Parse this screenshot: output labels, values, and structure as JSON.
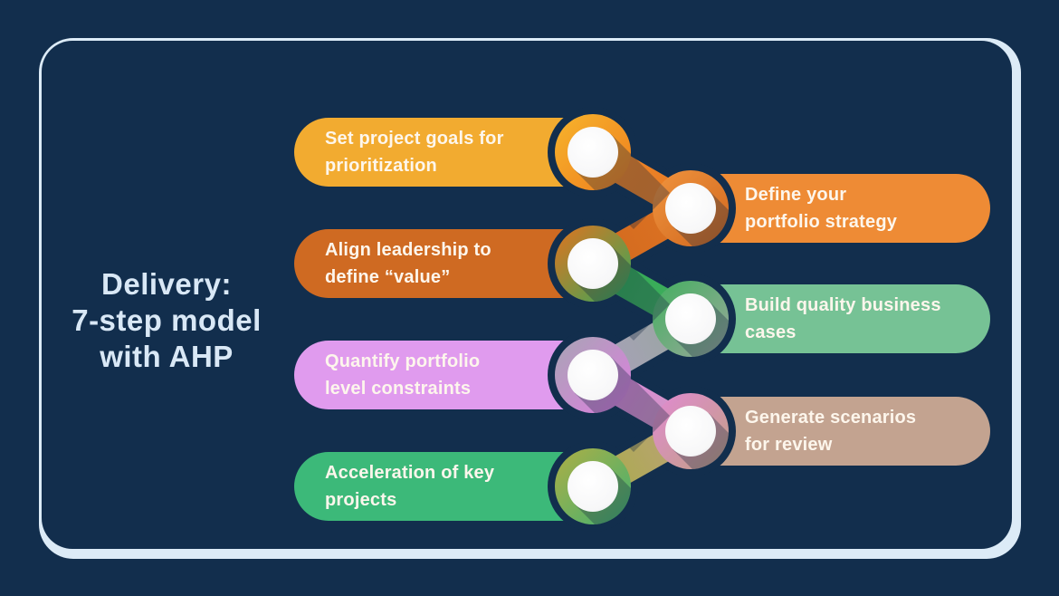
{
  "title": {
    "text": "Delivery: 7-step model with AHP",
    "lines": [
      "Delivery:",
      "7-step model",
      "with AHP"
    ]
  },
  "steps": [
    {
      "id": 1,
      "side": "left",
      "color": "#f2ab30",
      "label": "Set project goals for prioritization",
      "lines": [
        "Set project goals for",
        "prioritization"
      ]
    },
    {
      "id": 2,
      "side": "right",
      "color": "#ee8b35",
      "label": "Define your portfolio strategy",
      "lines": [
        "Define your",
        "portfolio strategy"
      ]
    },
    {
      "id": 3,
      "side": "left",
      "color": "#cf6a22",
      "label": "Align leadership to define “value”",
      "lines": [
        "Align leadership to",
        "define “value”"
      ]
    },
    {
      "id": 4,
      "side": "right",
      "color": "#76c295",
      "label": "Build quality business cases",
      "lines": [
        "Build quality business",
        "cases"
      ]
    },
    {
      "id": 5,
      "side": "left",
      "color": "#e09bee",
      "label": "Quantify portfolio level constraints",
      "lines": [
        "Quantify portfolio",
        "level constraints"
      ]
    },
    {
      "id": 6,
      "side": "right",
      "color": "#c3a390",
      "label": "Generate scenarios for review",
      "lines": [
        "Generate scenarios",
        "for review"
      ]
    },
    {
      "id": 7,
      "side": "left",
      "color": "#3cb979",
      "label": "Acceleration of key projects",
      "lines": [
        "Acceleration of key",
        "projects"
      ]
    }
  ],
  "colors": {
    "background": "#122e4d",
    "frame": "#dcebf7",
    "title_text": "#d9e8f6",
    "pill_text": "#fdf6ec",
    "chain_outline": "#122e4d",
    "connector_gradient": [
      "#f2ab30",
      "#ee8b35",
      "#cf6a22",
      "#3aa95a",
      "#9aa89c",
      "#de7ee0",
      "#c2a183",
      "#a8ab48",
      "#3cb979"
    ]
  }
}
